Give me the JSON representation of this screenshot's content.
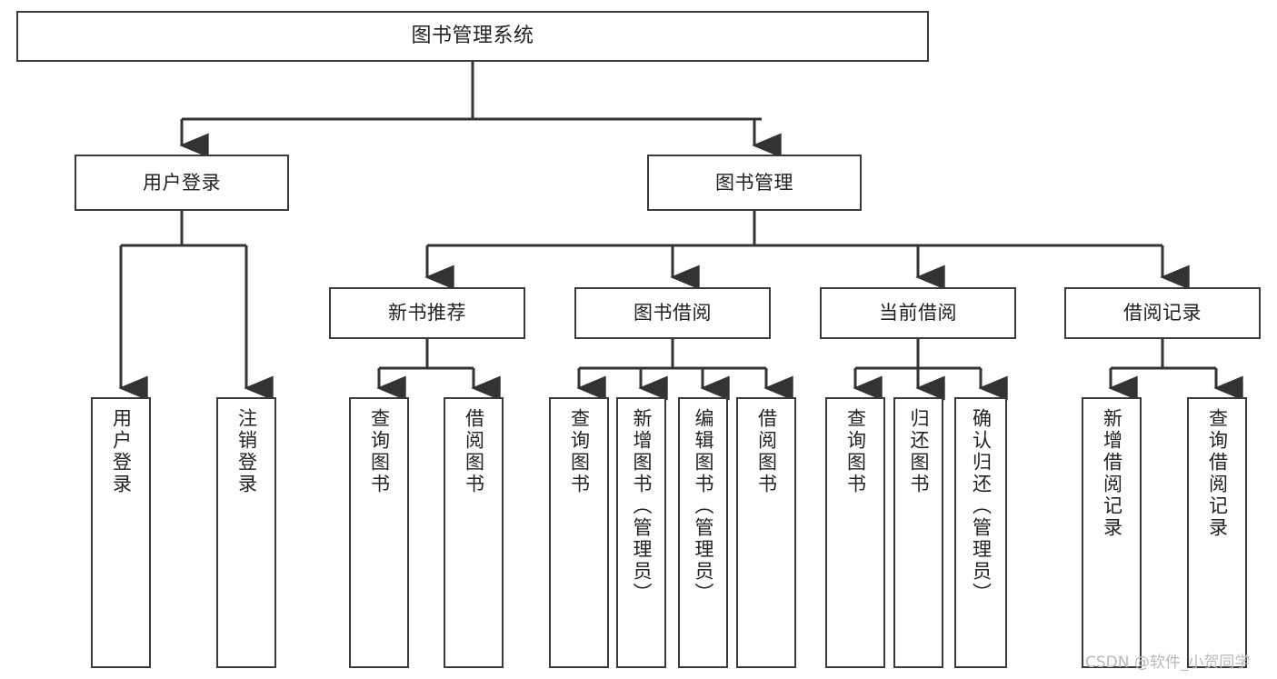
{
  "diagram": {
    "title": "图书管理系统",
    "type": "tree",
    "root": {
      "label": "图书管理系统"
    },
    "level2": [
      {
        "id": "user-login",
        "label": "用户登录"
      },
      {
        "id": "book-manage",
        "label": "图书管理"
      }
    ],
    "level3": [
      {
        "id": "new-book-recommend",
        "label": "新书推荐"
      },
      {
        "id": "book-borrow",
        "label": "图书借阅"
      },
      {
        "id": "current-borrow",
        "label": "当前借阅"
      },
      {
        "id": "borrow-record",
        "label": "借阅记录"
      }
    ],
    "leaves": {
      "user_login": [
        {
          "id": "leaf-user-login",
          "label": "用户登录"
        },
        {
          "id": "leaf-logout",
          "label": "注销登录"
        }
      ],
      "new_book_recommend": [
        {
          "id": "leaf-query-book-1",
          "label": "查询图书"
        },
        {
          "id": "leaf-borrow-book-1",
          "label": "借阅图书"
        }
      ],
      "book_borrow": [
        {
          "id": "leaf-query-book-2",
          "label": "查询图书"
        },
        {
          "id": "leaf-add-book",
          "label": "新增图书（管理员）"
        },
        {
          "id": "leaf-edit-book",
          "label": "编辑图书（管理员）"
        },
        {
          "id": "leaf-borrow-book-2",
          "label": "借阅图书"
        }
      ],
      "current_borrow": [
        {
          "id": "leaf-query-book-3",
          "label": "查询图书"
        },
        {
          "id": "leaf-return-book",
          "label": "归还图书"
        },
        {
          "id": "leaf-confirm-return",
          "label": "确认归还（管理员）"
        }
      ],
      "borrow_record": [
        {
          "id": "leaf-add-record",
          "label": "新增借阅记录"
        },
        {
          "id": "leaf-query-record",
          "label": "查询借阅记录"
        }
      ]
    }
  },
  "watermark": {
    "text": "CSDN @软件_小贺同学"
  },
  "colors": {
    "background": "#ffffff",
    "node_fill": "#ffffff",
    "node_border": "#3a3a3a",
    "edge": "#333333",
    "text": "#222222",
    "watermark": "#b9b9b9"
  }
}
